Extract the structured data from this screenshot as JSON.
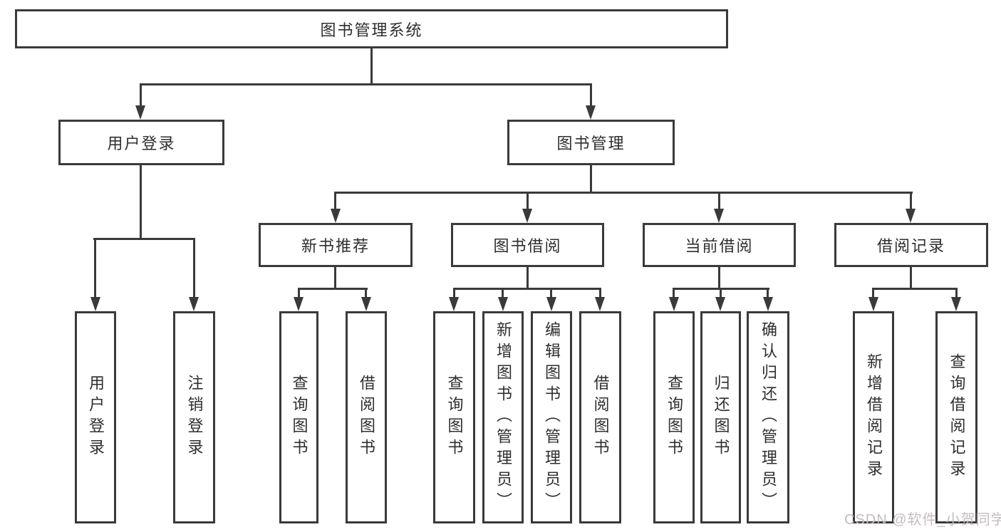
{
  "nodes": {
    "root": {
      "label": "图书管理系统"
    },
    "user_login": {
      "label": "用户登录"
    },
    "book_management": {
      "label": "图书管理"
    },
    "new_book_recommend": {
      "label": "新书推荐"
    },
    "book_borrowing": {
      "label": "图书借阅"
    },
    "current_borrowing": {
      "label": "当前借阅"
    },
    "borrowing_records": {
      "label": "借阅记录"
    },
    "leaf_user_login": {
      "label": "用户登录"
    },
    "leaf_logout": {
      "label": "注销登录"
    },
    "leaf_recommend_query_books": {
      "label": "查询图书"
    },
    "leaf_recommend_borrow_books": {
      "label": "借阅图书"
    },
    "leaf_borrow_query_books": {
      "label": "查询图书"
    },
    "leaf_borrow_add_books": {
      "label": "新增图书（管理员）"
    },
    "leaf_borrow_edit_books": {
      "label": "编辑图书（管理员）"
    },
    "leaf_borrow_borrow_books": {
      "label": "借阅图书"
    },
    "leaf_current_query_books": {
      "label": "查询图书"
    },
    "leaf_current_return_books": {
      "label": "归还图书"
    },
    "leaf_current_confirm_return": {
      "label": "确认归还（管理员）"
    },
    "leaf_records_add_record": {
      "label": "新增借阅记录"
    },
    "leaf_records_query_record": {
      "label": "查询借阅记录"
    }
  },
  "watermark": {
    "text": "CSDN @软件_小贺同学"
  },
  "colors": {
    "line": "#3a3a3a",
    "text": "#2e2e2e",
    "watermark": "#c6bcbe",
    "background": "#ffffff"
  }
}
